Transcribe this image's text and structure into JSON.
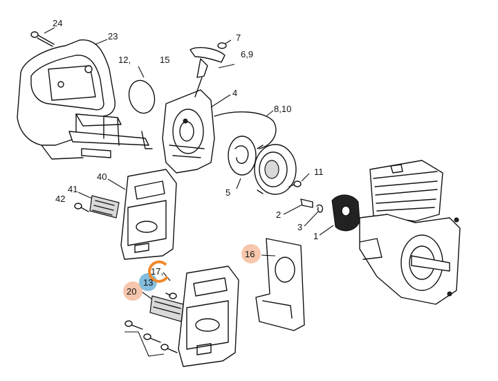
{
  "diagram": {
    "type": "exploded-parts-diagram",
    "callouts": [
      {
        "id": "24",
        "text": "24"
      },
      {
        "id": "23",
        "text": "23"
      },
      {
        "id": "7",
        "text": "7"
      },
      {
        "id": "12",
        "text": "12,"
      },
      {
        "id": "15",
        "text": "15"
      },
      {
        "id": "6_9",
        "text": "6,9"
      },
      {
        "id": "4",
        "text": "4"
      },
      {
        "id": "8_10",
        "text": "8,10"
      },
      {
        "id": "11",
        "text": "11"
      },
      {
        "id": "40",
        "text": "40"
      },
      {
        "id": "41",
        "text": "41"
      },
      {
        "id": "42",
        "text": "42"
      },
      {
        "id": "5",
        "text": "5"
      },
      {
        "id": "2",
        "text": "2"
      },
      {
        "id": "3",
        "text": "3"
      },
      {
        "id": "1",
        "text": "1"
      },
      {
        "id": "16",
        "text": "16"
      },
      {
        "id": "17",
        "text": "17,"
      },
      {
        "id": "13",
        "text": "13"
      },
      {
        "id": "20",
        "text": "20"
      }
    ],
    "highlight_colors": {
      "peach": "#f6c7ad",
      "blue": "#6fb3d8",
      "orange_ring": "#f0892b"
    }
  }
}
